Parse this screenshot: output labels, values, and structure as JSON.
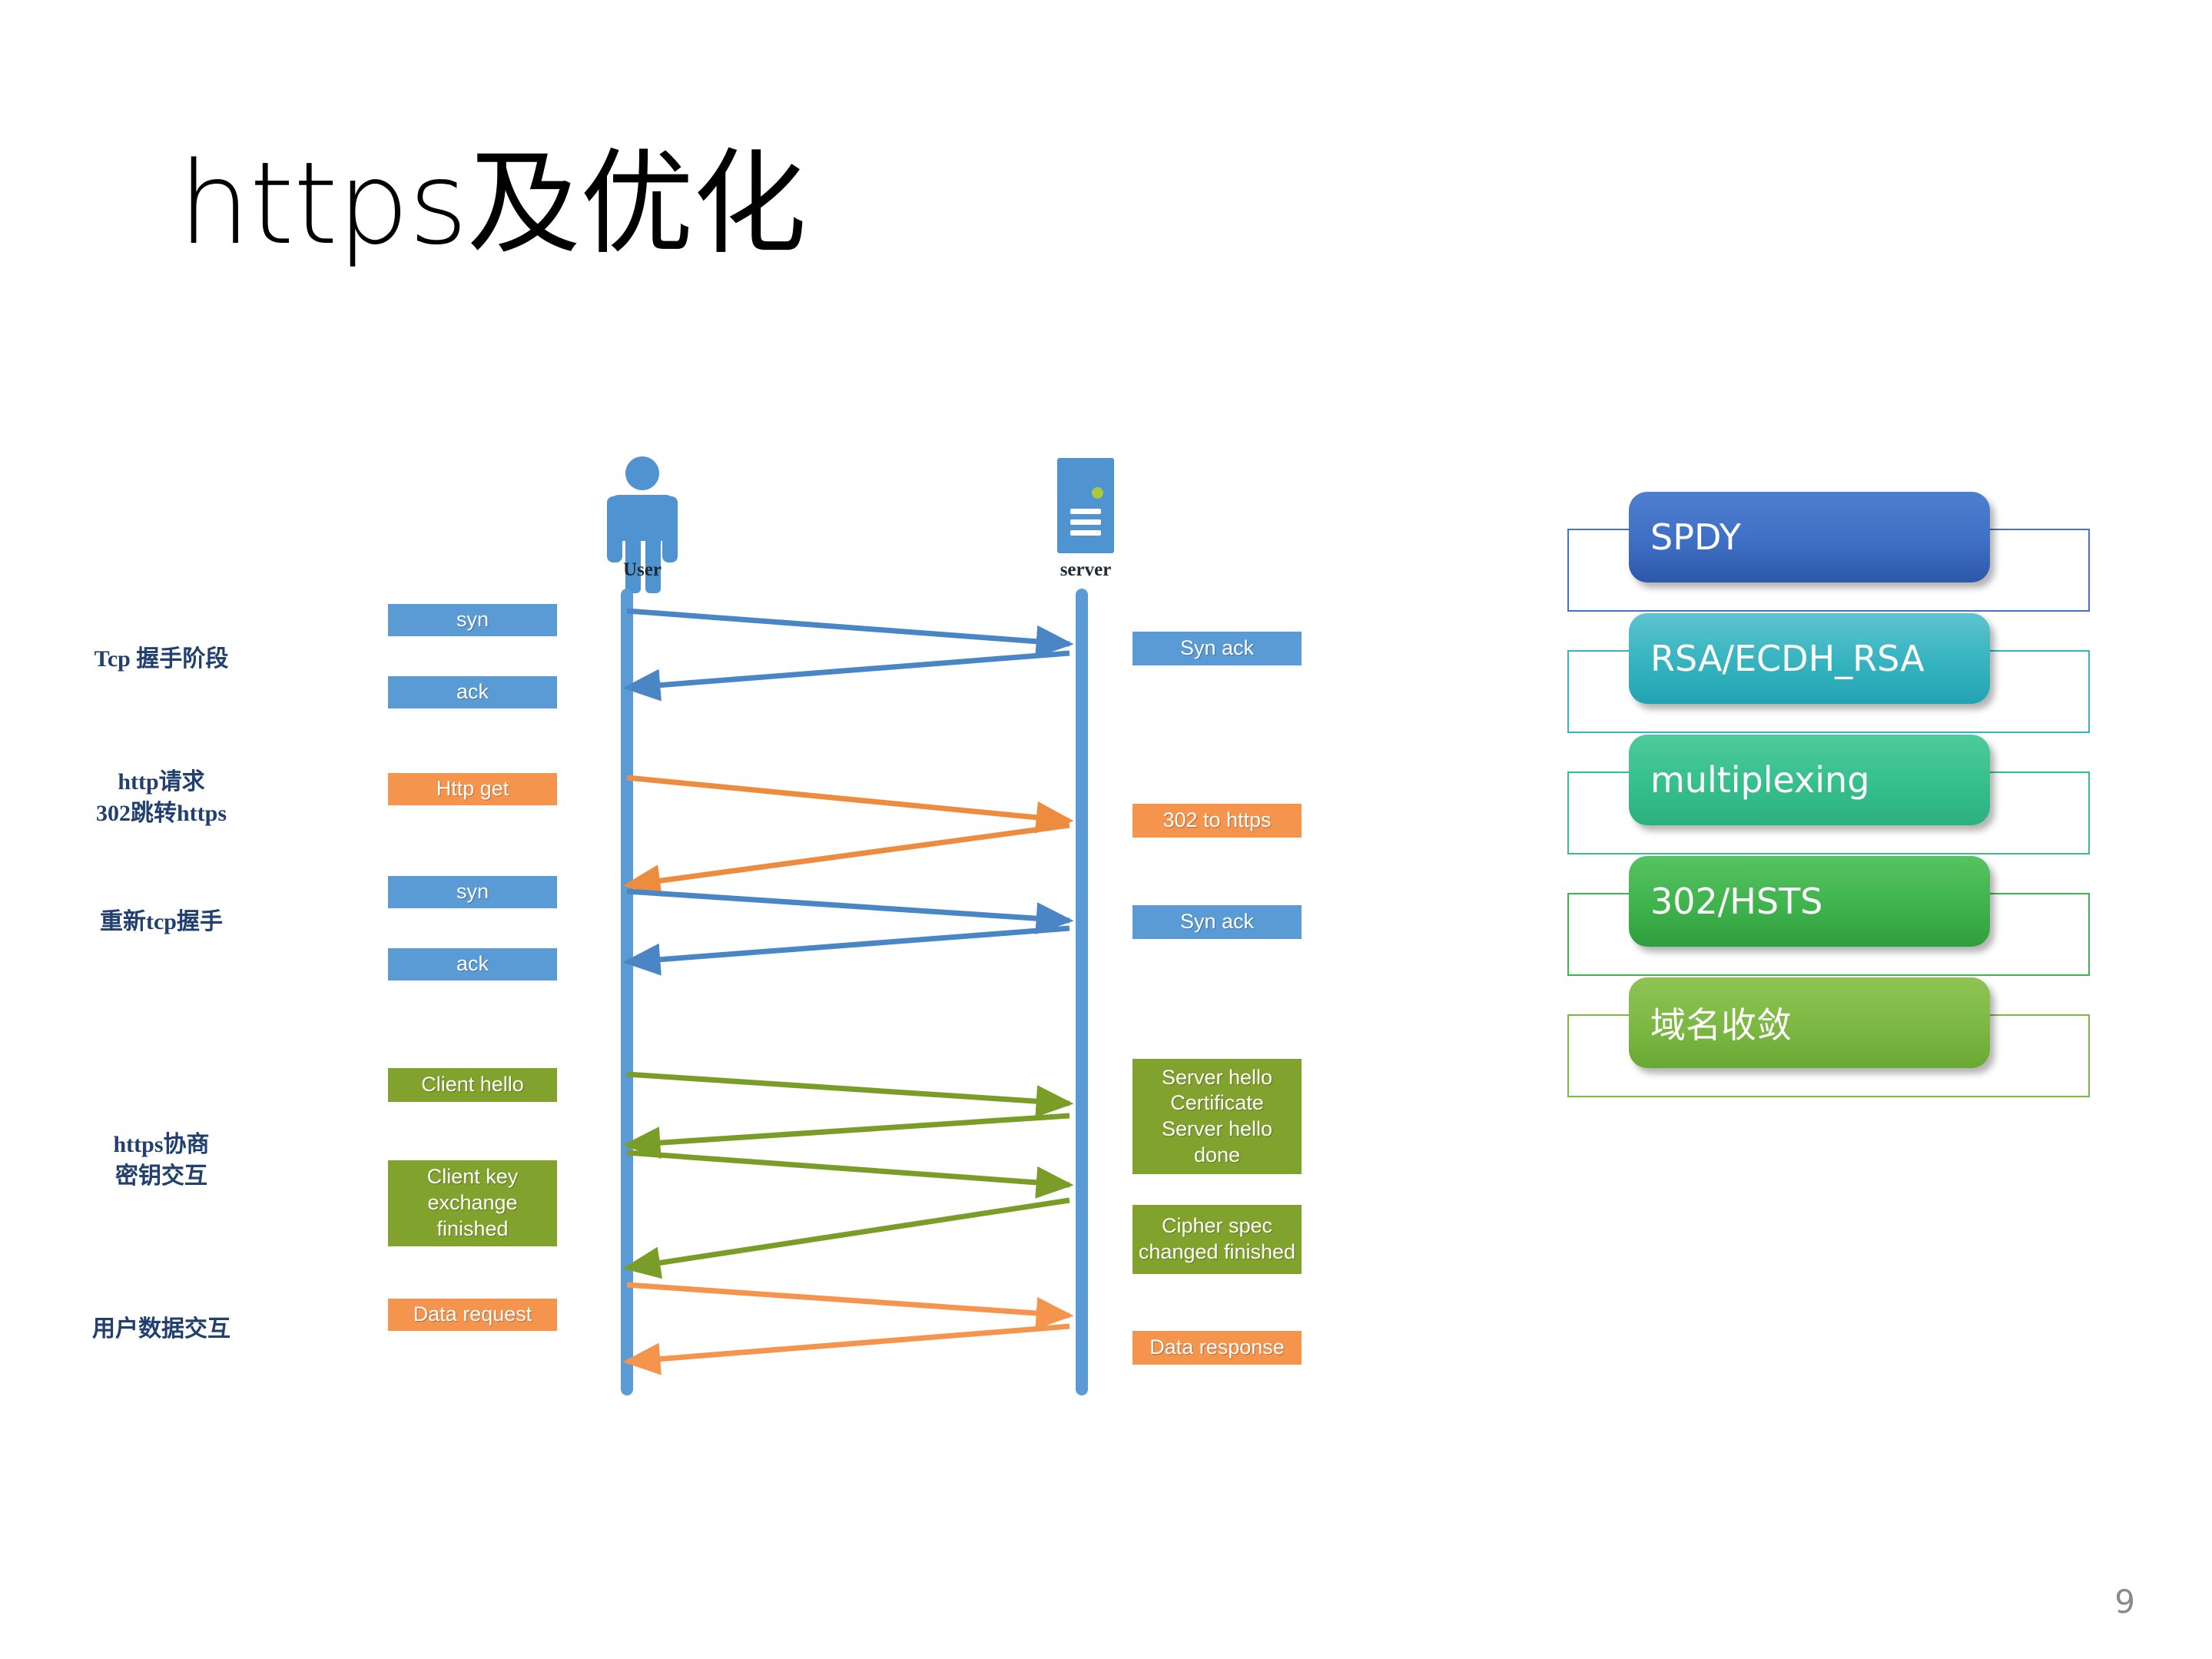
{
  "slide": {
    "title": "https及优化",
    "page_number": "9"
  },
  "sequence_diagram": {
    "actors": [
      {
        "name": "User",
        "icon": "person-icon"
      },
      {
        "name": "server",
        "icon": "server-icon"
      }
    ],
    "phases": [
      {
        "label": "Tcp 握手阶段"
      },
      {
        "label": "http请求\n302跳转https"
      },
      {
        "label": "重新tcp握手"
      },
      {
        "label": "https协商\n密钥交互"
      },
      {
        "label": "用户数据交互"
      }
    ],
    "client_messages": [
      {
        "text": "syn",
        "color": "#5b9bd5"
      },
      {
        "text": "ack",
        "color": "#5b9bd5"
      },
      {
        "text": "Http get",
        "color": "#f4944d"
      },
      {
        "text": "syn",
        "color": "#5b9bd5"
      },
      {
        "text": "ack",
        "color": "#5b9bd5"
      },
      {
        "text": "Client hello",
        "color": "#81a22c"
      },
      {
        "text": "Client key\nexchange\nfinished",
        "color": "#81a22c"
      },
      {
        "text": "Data request",
        "color": "#f4944d"
      }
    ],
    "server_messages": [
      {
        "text": "Syn ack",
        "color": "#5b9bd5"
      },
      {
        "text": "302 to https",
        "color": "#f4944d"
      },
      {
        "text": "Syn ack",
        "color": "#5b9bd5"
      },
      {
        "text": "Server hello\nCertificate\nServer hello\ndone",
        "color": "#81a22c"
      },
      {
        "text": "Cipher spec\nchanged finished",
        "color": "#81a22c"
      },
      {
        "text": "Data response",
        "color": "#f4944d"
      }
    ],
    "arrows": [
      {
        "direction": "client-to-server",
        "color": "#4a86c5"
      },
      {
        "direction": "server-to-client",
        "color": "#4a86c5"
      },
      {
        "direction": "client-to-server",
        "color": "#ed8c3f"
      },
      {
        "direction": "server-to-client",
        "color": "#ed8c3f"
      },
      {
        "direction": "client-to-server",
        "color": "#4a86c5"
      },
      {
        "direction": "server-to-client",
        "color": "#4a86c5"
      },
      {
        "direction": "client-to-server",
        "color": "#7a9d28"
      },
      {
        "direction": "server-to-client",
        "color": "#7a9d28"
      },
      {
        "direction": "client-to-server",
        "color": "#7a9d28"
      },
      {
        "direction": "server-to-client",
        "color": "#7a9d28"
      },
      {
        "direction": "client-to-server",
        "color": "#f4944d"
      },
      {
        "direction": "server-to-client",
        "color": "#f4944d"
      }
    ]
  },
  "optimization_list": {
    "items": [
      {
        "label": "SPDY",
        "accent": "#4472c4"
      },
      {
        "label": "RSA/ECDH_RSA",
        "accent": "#35b3bf"
      },
      {
        "label": "multiplexing",
        "accent": "#35bf8d"
      },
      {
        "label": "302/HSTS",
        "accent": "#3fb34c"
      },
      {
        "label": "域名收敛",
        "accent": "#7cb843"
      }
    ]
  }
}
